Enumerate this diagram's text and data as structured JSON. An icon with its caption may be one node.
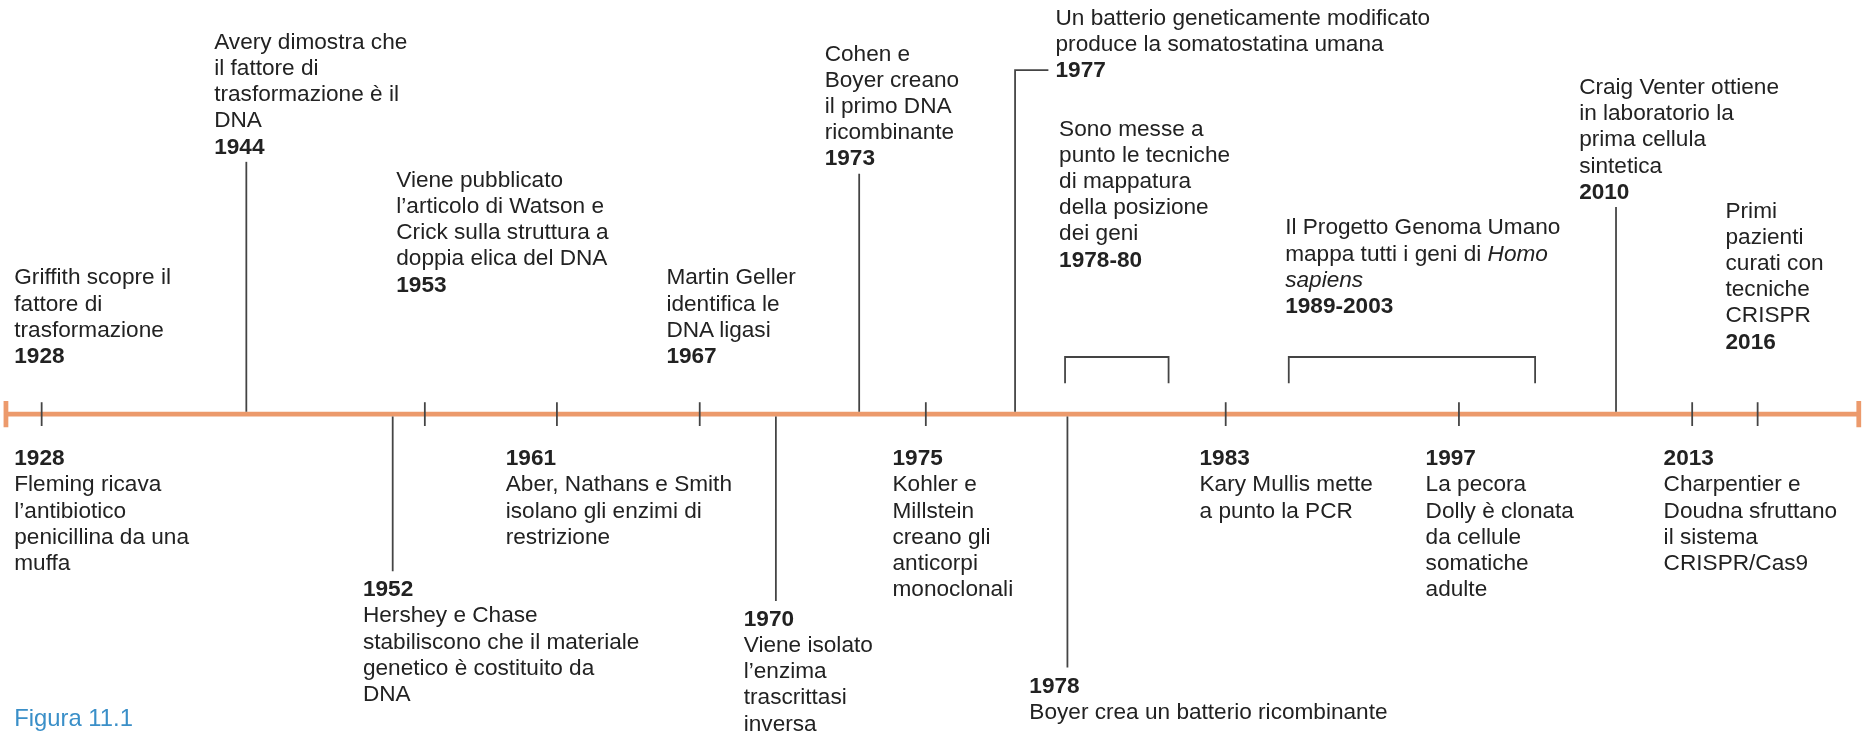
{
  "diagram": {
    "caption": "Figura 11.1",
    "nodes": [
      {
        "text": [
          "Griffith scopre il fattore di trasformazione",
          "1928"
        ]
      },
      {
        "text": [
          "Avery dimostra che il fattore di trasformazione è il DNA",
          "1944"
        ]
      },
      {
        "text": [
          "Viene pubblicato l’articolo di Watson e Crick sulla struttura a doppia elica del DNA",
          "1953"
        ]
      },
      {
        "text": [
          "Martin Geller identifica le DNA ligasi",
          "1967"
        ]
      },
      {
        "text": [
          "Cohen e Boyer creano il primo DNA ricombinante",
          "1973"
        ]
      },
      {
        "text": [
          "Un batterio geneticamente modificato produce la somatostatina umana",
          "1977"
        ]
      },
      {
        "text": [
          "Sono messe a punto le tecniche di mappatura della posizione dei geni",
          "1978-80"
        ]
      },
      {
        "text": [
          "Il Progetto Genoma Umano mappa tutti i geni di *Homo sapiens*",
          "1989-2003"
        ]
      },
      {
        "text": [
          "Craig Venter ottiene in laboratorio la prima cellula sintetica",
          "2010"
        ]
      },
      {
        "text": [
          "Primi pazienti curati con tecniche CRISPR",
          "2016"
        ]
      },
      {
        "text": [
          "1928",
          "Fleming ricava l’antibiotico penicillina da una muffa"
        ]
      },
      {
        "text": [
          "1952",
          "Hershey e Chase stabiliscono che il materiale genetico è costituito da DNA"
        ]
      },
      {
        "text": [
          "1961",
          "Aber, Nathans e Smith isolano gli enzimi di restrizione"
        ]
      },
      {
        "text": [
          "1970",
          "Viene isolato l’enzima trascrittasi inversa"
        ]
      },
      {
        "text": [
          "1975",
          "Kohler e Millstein creano gli anticorpi monoclonali"
        ]
      },
      {
        "text": [
          "1978",
          "Boyer crea un batterio ricombinante"
        ]
      },
      {
        "text": [
          "1983",
          "Kary Mullis mette a punto la PCR"
        ]
      },
      {
        "text": [
          "1997",
          "La pecora Dolly è clonata da cellule somatiche adulte"
        ]
      },
      {
        "text": [
          "2013",
          "Charpentier e Doudna sfruttano il sistema CRISPR/Cas9"
        ]
      },
      {
        "text": [],
        "shape": "bar"
      }
    ],
    "edges": [
      {
        "from": 1,
        "to": 19,
        "arrow": "none"
      },
      {
        "from": 4,
        "to": 19,
        "arrow": "none"
      },
      {
        "from": 5,
        "to": 19,
        "arrow": "none"
      },
      {
        "from": 8,
        "to": 19,
        "arrow": "none"
      },
      {
        "from": 11,
        "to": 19,
        "arrow": "none"
      },
      {
        "from": 13,
        "to": 19,
        "arrow": "none"
      },
      {
        "from": 15,
        "to": 19,
        "arrow": "none"
      }
    ]
  }
}
